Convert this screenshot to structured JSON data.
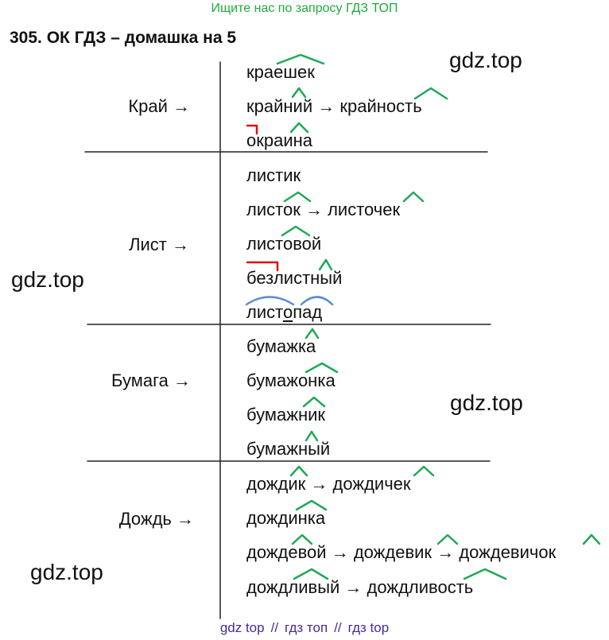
{
  "banner": {
    "text": "Ищите нас по запросу ГДЗ ТОП",
    "color": "#1faa3c"
  },
  "header": {
    "title": "305. ОК ГДЗ – домашка на 5"
  },
  "watermarks": [
    "gdz.top",
    "gdz.top",
    "gdz.top",
    "gdz.top"
  ],
  "arrow": "→",
  "groups": [
    {
      "label": "Край →",
      "words": [
        {
          "parts": [
            "краешек"
          ]
        },
        {
          "parts": [
            "крайний",
            "крайность"
          ]
        },
        {
          "parts": [
            "окраина"
          ]
        }
      ]
    },
    {
      "label": "Лист →",
      "words": [
        {
          "parts": [
            "листик"
          ]
        },
        {
          "parts": [
            "листок",
            "листочек"
          ]
        },
        {
          "parts": [
            "листовой"
          ]
        },
        {
          "parts": [
            "безлистный"
          ]
        },
        {
          "parts": [
            "листопад"
          ],
          "split": [
            "лист",
            "о",
            "пад"
          ]
        }
      ]
    },
    {
      "label": "Бумага →",
      "words": [
        {
          "parts": [
            "бумажка"
          ]
        },
        {
          "parts": [
            "бумажонка"
          ]
        },
        {
          "parts": [
            "бумажник"
          ]
        },
        {
          "parts": [
            "бумажный"
          ]
        }
      ]
    },
    {
      "label": "Дождь →",
      "words": [
        {
          "parts": [
            "дождик",
            "дождичек"
          ]
        },
        {
          "parts": [
            "дождинка"
          ]
        },
        {
          "parts": [
            "дождевой",
            "дождевик",
            "дождевичок"
          ]
        },
        {
          "parts": [
            "дождливый",
            "дождливость"
          ]
        }
      ]
    }
  ],
  "footer": {
    "items": [
      "gdz top",
      "гдз топ",
      "гдз top"
    ],
    "separator": "//",
    "color": "#4a2a9a"
  },
  "colors": {
    "suffix_mark": "#1fa855",
    "prefix_mark": "#dd1111",
    "root_arc": "#5b8fd0",
    "divider": "#222222"
  }
}
